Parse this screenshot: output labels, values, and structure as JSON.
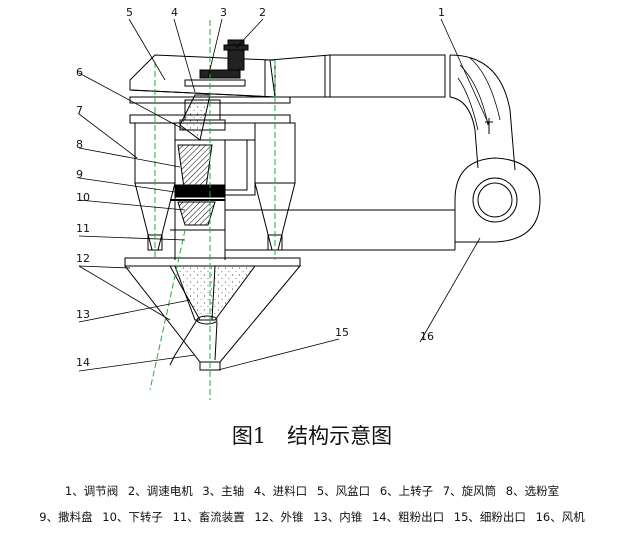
{
  "callouts": [
    "1",
    "2",
    "3",
    "4",
    "5",
    "6",
    "7",
    "8",
    "9",
    "10",
    "11",
    "12",
    "13",
    "14",
    "15",
    "16"
  ],
  "caption": "图1　结构示意图",
  "legend_row1": [
    "1、调节阀",
    "2、调速电机",
    "3、主轴",
    "4、进料口",
    "5、风盆口",
    "6、上转子",
    "7、旋风筒",
    "8、选粉室"
  ],
  "legend_row2": [
    "9、撒料盘",
    "10、下转子",
    "11、畜流装置",
    "12、外锥",
    "13、内锥",
    "14、粗粉出口",
    "15、细粉出口",
    "16、风机"
  ],
  "colors": {
    "line": "#000000",
    "center_line": "#1fae3a",
    "speckle": "#444444"
  }
}
